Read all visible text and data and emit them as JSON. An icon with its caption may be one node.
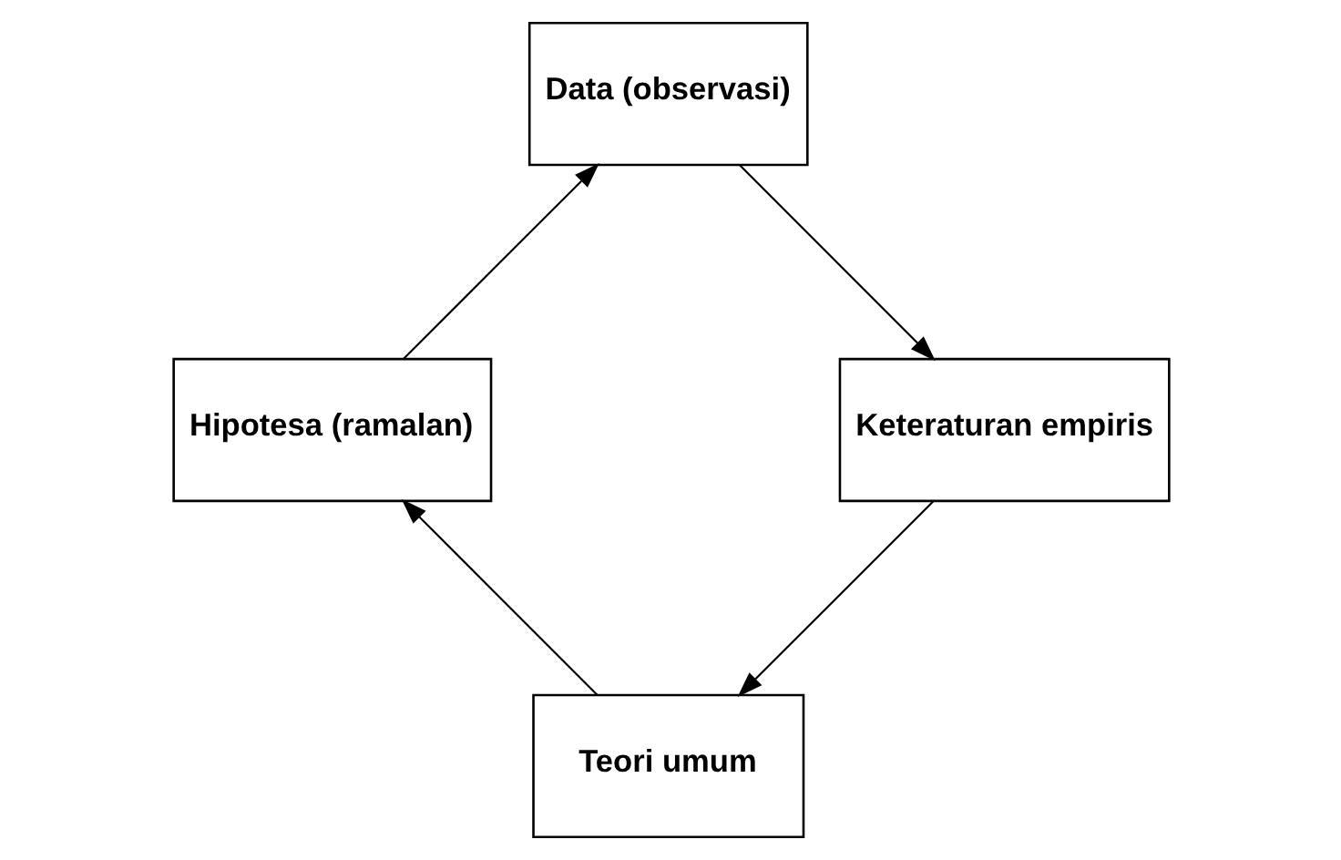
{
  "diagram": {
    "nodes": [
      {
        "text": [
          "Teori umum"
        ]
      },
      {
        "text": [
          "Hipotesa (ramalan)"
        ]
      },
      {
        "text": [
          "Data (observasi)"
        ]
      },
      {
        "text": [
          "Keteraturan empiris"
        ]
      }
    ],
    "edges": [
      {
        "from": 0,
        "to": 1,
        "arrow": "to"
      },
      {
        "from": 1,
        "to": 2,
        "arrow": "to"
      },
      {
        "from": 2,
        "to": 3,
        "arrow": "to"
      },
      {
        "from": 3,
        "to": 0,
        "arrow": "to"
      }
    ]
  }
}
